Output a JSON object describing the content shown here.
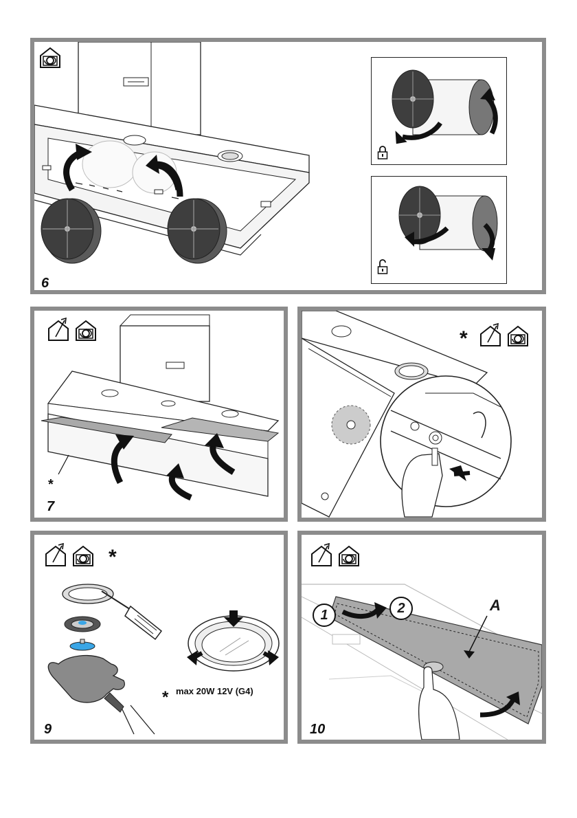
{
  "figures": {
    "fig6": {
      "number": "6"
    },
    "fig7": {
      "number": "7",
      "marker": "*"
    },
    "fig8": {
      "marker": "*"
    },
    "fig9": {
      "number": "9",
      "marker": "*",
      "note_marker": "*",
      "note": "max 20W 12V (G4)"
    },
    "fig10": {
      "number": "10",
      "step1": "1",
      "step2": "2",
      "part_label": "A"
    }
  },
  "icons": {
    "recirculation": "recirculation-mode-icon",
    "ducted": "ducted-extraction-icon",
    "lock": "padlock-closed-icon",
    "unlock": "padlock-open-icon"
  },
  "colors": {
    "frame": "#8c8c8c",
    "filter_dark": "#4a4a4a",
    "lamp_blue": "#3aa6e6",
    "panel_grey": "#a9a9a9"
  }
}
